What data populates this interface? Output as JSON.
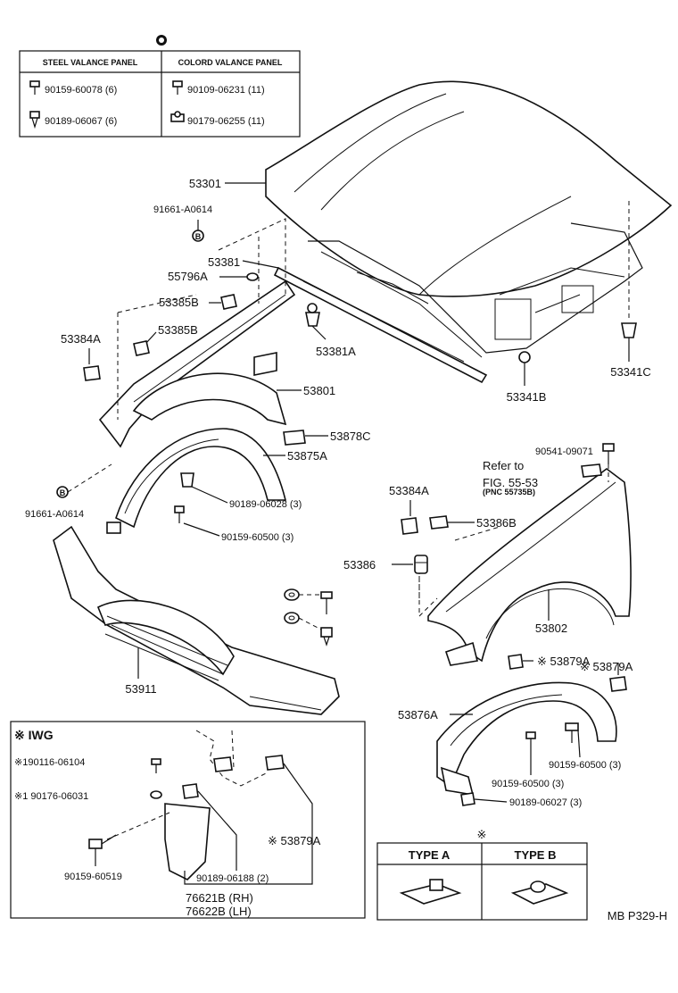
{
  "legend_table": {
    "symbol": "◎",
    "headers": [
      "STEEL VALANCE PANEL",
      "COLORD VALANCE PANEL"
    ],
    "rows": [
      [
        "90159-60078 (6)",
        "90109-06231 (11)"
      ],
      [
        "90189-06067 (6)",
        "90179-06255 (11)"
      ]
    ]
  },
  "labels": {
    "hood": "53301",
    "hood_grommet_top": "91661-A0614",
    "hood_grommet_bottom": "91661-A0614",
    "hood_latch_support": "53381",
    "hood_latch_clip": "53381A",
    "hood_seal": "55796A",
    "clip_385b_upper": "53385B",
    "clip_385b_lower": "53385B",
    "clip_384a_left": "53384A",
    "apron_right": "53801",
    "clip_878c": "53878C",
    "liner_875a": "53875A",
    "screw_06028": "90189-06028 (3)",
    "screw_60500_left": "90159-60500 (3)",
    "hood_bumper_b": "53341B",
    "hood_bumper_c": "53341C",
    "fender_bolt": "90541-09071",
    "refer_to": "Refer to",
    "refer_fig": "FIG. 55-53",
    "refer_pnc": "(PNC 55735B)",
    "clip_384a_right": "53384A",
    "clip_386b": "53386B",
    "cushion_386": "53386",
    "fender": "53802",
    "clip_879a_a": "※ 53879A",
    "clip_879a_b": "※ 53879A",
    "liner_876a": "53876A",
    "screw_60500_right": "90159-60500 (3)",
    "screw_60500_mid": "90159-60500 (3)",
    "screw_06027": "90189-06027 (3)",
    "valance": "53911",
    "mudguard_title": "※ IWG",
    "mg_06104": "※190116-06104",
    "mg_06031": "※1 90176-06031",
    "mg_60519": "90159-60519",
    "mg_06188": "90189-06188 (2)",
    "mg_879a": "※ 53879A",
    "mg_rh": "76621B (RH)",
    "mg_lh": "76622B (LH)",
    "type_symbol": "※",
    "type_a": "TYPE A",
    "type_b": "TYPE B",
    "page_ref": "MB P329-H"
  }
}
